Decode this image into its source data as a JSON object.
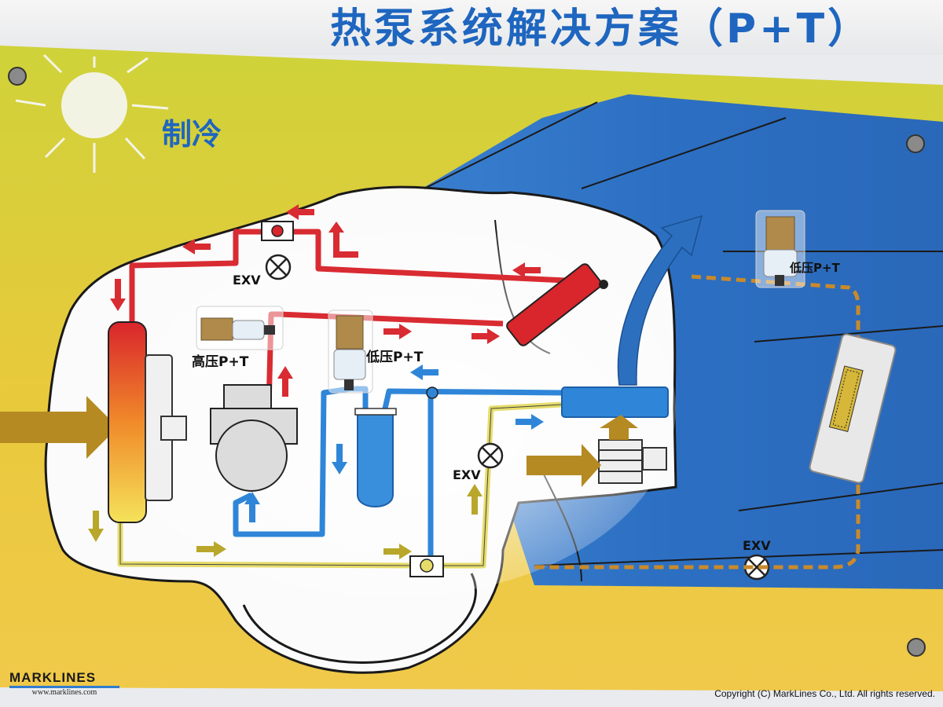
{
  "title": "热泵系统解决方案（P+T）",
  "mode_label": "制冷",
  "labels": {
    "exv_top": "EXV",
    "exv_middle": "EXV",
    "exv_right": "EXV",
    "high_pressure_sensor": "高压P+T",
    "low_pressure_sensor": "低压P+T",
    "low_pressure_sensor_right": "低压P+T"
  },
  "footer": {
    "logo": "MARKLINES",
    "logo_url": "www.marklines.com",
    "copyright": "Copyright (C) MarkLines Co., Ltd. All rights reserved."
  },
  "colors": {
    "hot_loop": "#d92b32",
    "cold_loop": "#2f86d8",
    "yellow_loop": "#e6dc6a",
    "board_yellow": "#c8c832",
    "board_blue": "#2d72c4",
    "title_blue": "#1e66bf",
    "dashed_line": "#c98a2a",
    "airflow_arrow": "#b58a22"
  }
}
